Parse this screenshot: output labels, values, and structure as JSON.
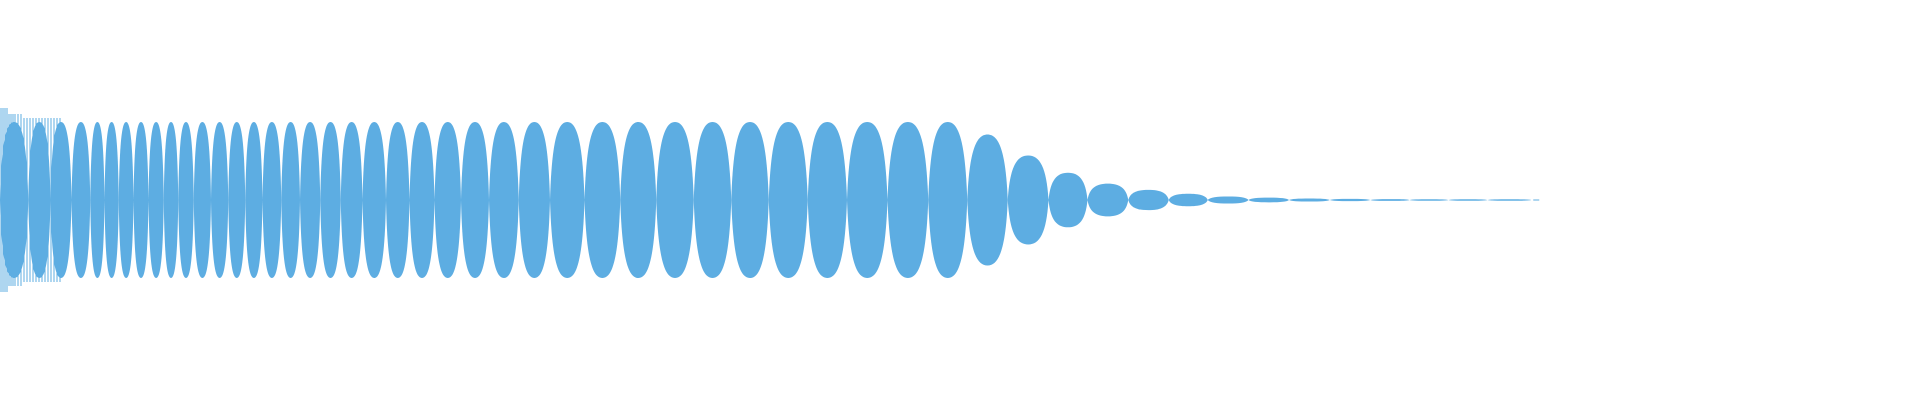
{
  "waveform": {
    "color": "#5dade2",
    "lobes": {
      "full_amplitude": [
        {
          "start": 0.0,
          "end": 1.13
        },
        {
          "start": 1.13,
          "end": 2.02
        },
        {
          "start": 2.02,
          "end": 2.86
        },
        {
          "start": 2.86,
          "end": 3.61
        },
        {
          "start": 3.61,
          "end": 4.18
        },
        {
          "start": 4.18,
          "end": 4.75
        },
        {
          "start": 4.75,
          "end": 5.34
        },
        {
          "start": 5.34,
          "end": 5.94
        },
        {
          "start": 5.94,
          "end": 6.55
        },
        {
          "start": 6.55,
          "end": 7.13
        },
        {
          "start": 7.13,
          "end": 7.75
        },
        {
          "start": 7.75,
          "end": 8.44
        },
        {
          "start": 8.44,
          "end": 9.13
        },
        {
          "start": 9.13,
          "end": 9.81
        },
        {
          "start": 9.81,
          "end": 10.5
        },
        {
          "start": 10.5,
          "end": 11.25
        },
        {
          "start": 11.25,
          "end": 12.0
        },
        {
          "start": 12.0,
          "end": 12.81
        },
        {
          "start": 12.81,
          "end": 13.63
        },
        {
          "start": 13.63,
          "end": 14.5
        },
        {
          "start": 14.5,
          "end": 15.44
        },
        {
          "start": 15.44,
          "end": 16.38
        },
        {
          "start": 16.38,
          "end": 17.38
        },
        {
          "start": 17.38,
          "end": 18.44
        },
        {
          "start": 18.44,
          "end": 19.56
        },
        {
          "start": 19.56,
          "end": 20.75
        },
        {
          "start": 20.75,
          "end": 22.0
        },
        {
          "start": 22.0,
          "end": 23.38
        },
        {
          "start": 23.38,
          "end": 24.81
        },
        {
          "start": 24.81,
          "end": 26.25
        },
        {
          "start": 26.25,
          "end": 27.75
        },
        {
          "start": 27.75,
          "end": 29.25
        },
        {
          "start": 29.25,
          "end": 30.75
        },
        {
          "start": 30.75,
          "end": 32.31
        },
        {
          "start": 32.31,
          "end": 33.88
        },
        {
          "start": 33.88,
          "end": 35.5
        },
        {
          "start": 35.5,
          "end": 37.13
        },
        {
          "start": 37.13,
          "end": 38.69
        }
      ],
      "decaying": [
        {
          "start": 38.69,
          "end": 40.31,
          "amplitude": 0.84
        },
        {
          "start": 40.31,
          "end": 41.94,
          "amplitude": 0.57
        },
        {
          "start": 41.94,
          "end": 43.5,
          "amplitude": 0.35
        },
        {
          "start": 43.5,
          "end": 45.13,
          "amplitude": 0.21
        },
        {
          "start": 45.13,
          "end": 46.75,
          "amplitude": 0.13
        },
        {
          "start": 46.75,
          "end": 48.31,
          "amplitude": 0.08
        },
        {
          "start": 48.31,
          "end": 49.94,
          "amplitude": 0.045
        },
        {
          "start": 49.94,
          "end": 51.56,
          "amplitude": 0.03
        },
        {
          "start": 51.56,
          "end": 53.19,
          "amplitude": 0.02
        },
        {
          "start": 53.19,
          "end": 54.81,
          "amplitude": 0.015
        },
        {
          "start": 54.81,
          "end": 56.38,
          "amplitude": 0.012
        },
        {
          "start": 56.38,
          "end": 57.94,
          "amplitude": 0.01
        },
        {
          "start": 57.94,
          "end": 59.5,
          "amplitude": 0.008
        },
        {
          "start": 59.5,
          "end": 61.25,
          "amplitude": 0.006
        }
      ]
    }
  }
}
